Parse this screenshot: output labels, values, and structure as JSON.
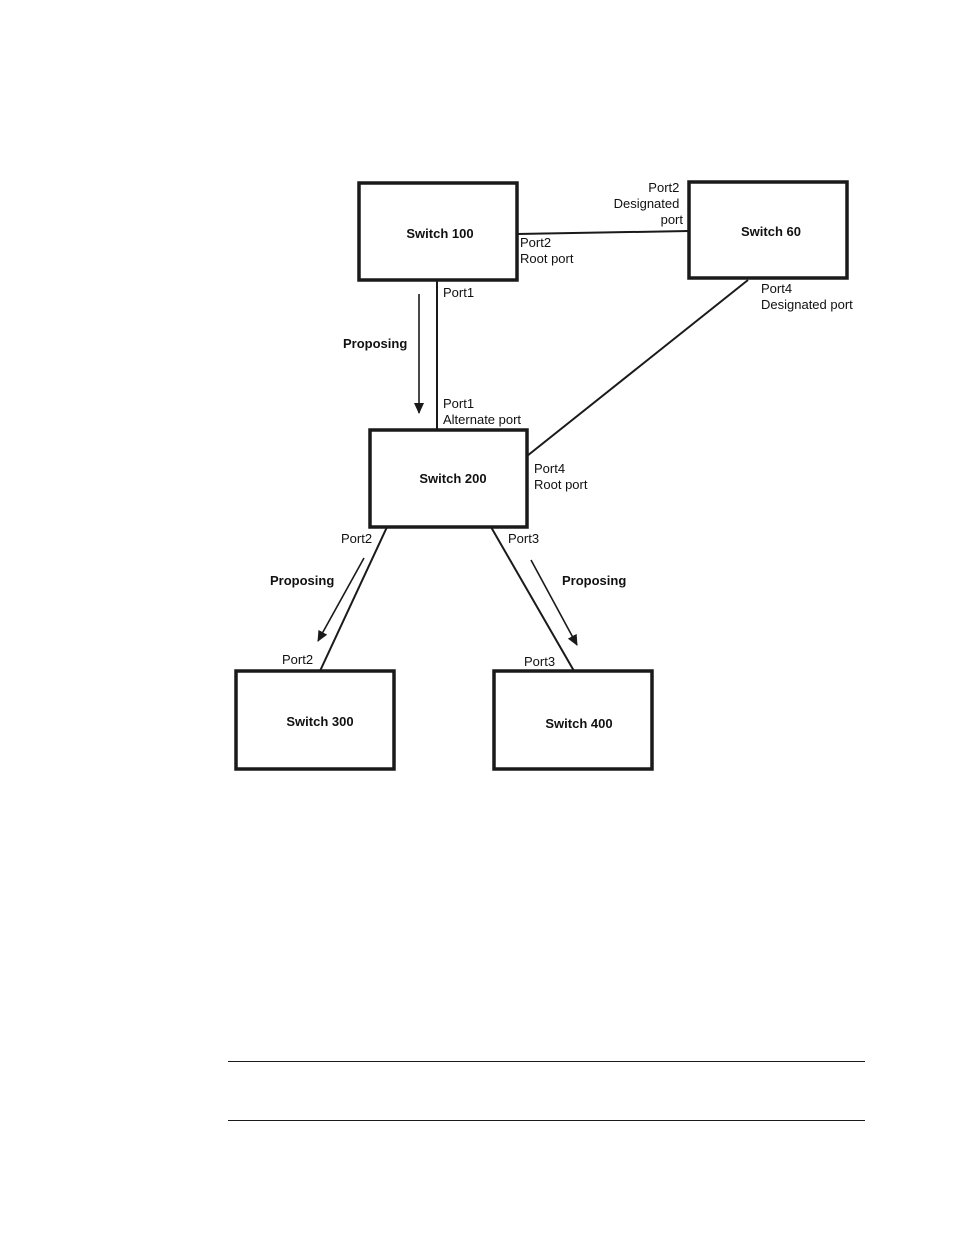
{
  "switches": {
    "s100": "Switch 100",
    "s60": "Switch 60",
    "s200": "Switch 200",
    "s300": "Switch 300",
    "s400": "Switch 400"
  },
  "ports": {
    "s100_port2": [
      "Port2",
      "Root port"
    ],
    "s60_port2": [
      "Port2",
      "Designated",
      "port"
    ],
    "s100_port1": [
      "Port1"
    ],
    "s60_port4": [
      "Port4",
      "Designated port"
    ],
    "s200_port1": [
      "Port1",
      "Alternate port"
    ],
    "s200_port4": [
      "Port4",
      "Root port"
    ],
    "s200_port2": [
      "Port2"
    ],
    "s200_port3": [
      "Port3"
    ],
    "s300_port2": [
      "Port2"
    ],
    "s400_port3": [
      "Port3"
    ]
  },
  "proposing": {
    "p1": "Proposing",
    "p2": "Proposing",
    "p3": "Proposing"
  }
}
